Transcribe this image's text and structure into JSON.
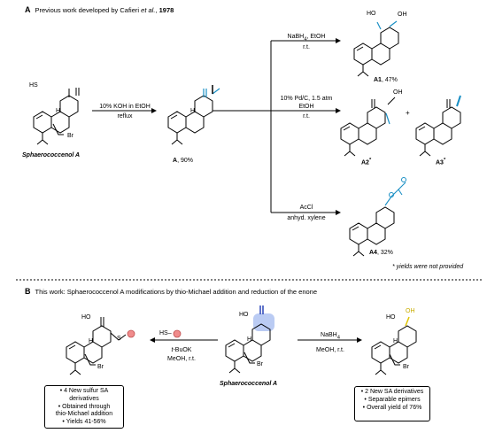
{
  "section_a": {
    "letter": "A",
    "title_pre": "Previous work developed by Cafieri",
    "title_etal": "et al.",
    "title_sep": ",",
    "title_year": "1978"
  },
  "section_b": {
    "letter": "B",
    "title": "This work: Sphaerococcenol A modifications by thio-Michael addition and reduction of the enone"
  },
  "a_start": {
    "name": "Sphaerococcenol A",
    "substituent_s": "HS",
    "substituent_br": "Br"
  },
  "a_step1": {
    "reagent": "10% KOH in EtOH",
    "condition": "reflux"
  },
  "a_product_a": {
    "label": "A",
    "yield": ", 90%"
  },
  "a_branch_a1": {
    "reagent": "NaBH",
    "reagent_sub": "4",
    "reagent_post": ", EtOH",
    "condition": "r.t.",
    "label": "A1",
    "yield": ", 47%",
    "atom_ho": "HO",
    "atom_oh": "OH"
  },
  "a_branch_a2": {
    "reagent_line1": "10% Pd/C, 1.5 atm",
    "reagent_line2": "EtOH",
    "condition": "r.t.",
    "label_a2": "A2",
    "label_a3": "A3",
    "star": "*",
    "plus": "+",
    "atom_oh": "OH"
  },
  "a_branch_a4": {
    "reagent": "AcCl",
    "condition": "anhyd. xylene",
    "label": "A4",
    "yield": ", 32%"
  },
  "a_footnote": "* yields were not provided",
  "b_center": {
    "name": "Sphaerococcenol A",
    "substituent_ho": "HO",
    "substituent_br": "Br"
  },
  "b_left": {
    "reagent": "HS–",
    "base": "t",
    "base_rest": "-BuOK",
    "solvent": "MeOH, r.t.",
    "atom_ho": "HO",
    "atom_s": "S",
    "atom_br": "Br",
    "notes": [
      "• 4 New sulfur SA derivatives",
      "• Obtained through",
      "thio-Michael addition",
      "• Yields 41-56%"
    ]
  },
  "b_right": {
    "reagent": "NaBH",
    "reagent_sub": "4",
    "solvent": "MeOH, r.t.",
    "atom_ho": "HO",
    "atom_oh": "OH",
    "atom_br": "Br",
    "notes": [
      "• 2 New SA derivatives",
      "• Separable epimers",
      "• Overall yield of 76%"
    ]
  },
  "atom_h": "H",
  "colors": {
    "teal": "#1a8fc4",
    "blue_highlight": "#9db5ee",
    "blue_dark": "#2b45b8",
    "yellow": "#e0c400",
    "red_sphere": "#f08c8c"
  }
}
